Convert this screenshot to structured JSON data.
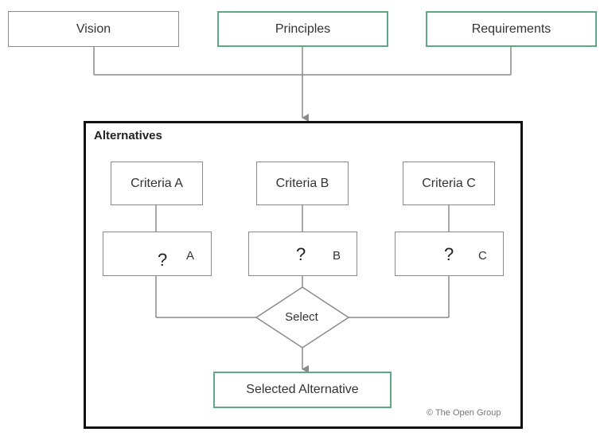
{
  "top": {
    "vision": "Vision",
    "principles": "Principles",
    "requirements": "Requirements"
  },
  "alternatives": {
    "title": "Alternatives",
    "criteria": [
      "Criteria A",
      "Criteria B",
      "Criteria C"
    ],
    "options": [
      {
        "mark": "?",
        "letter": "A"
      },
      {
        "mark": "?",
        "letter": "B"
      },
      {
        "mark": "?",
        "letter": "C"
      }
    ],
    "decision": "Select",
    "result": "Selected Alternative"
  },
  "copyright": "© The Open Group",
  "colors": {
    "grey_border": "#8a8a8a",
    "green_border": "#5fa884",
    "frame_border": "#111111"
  }
}
